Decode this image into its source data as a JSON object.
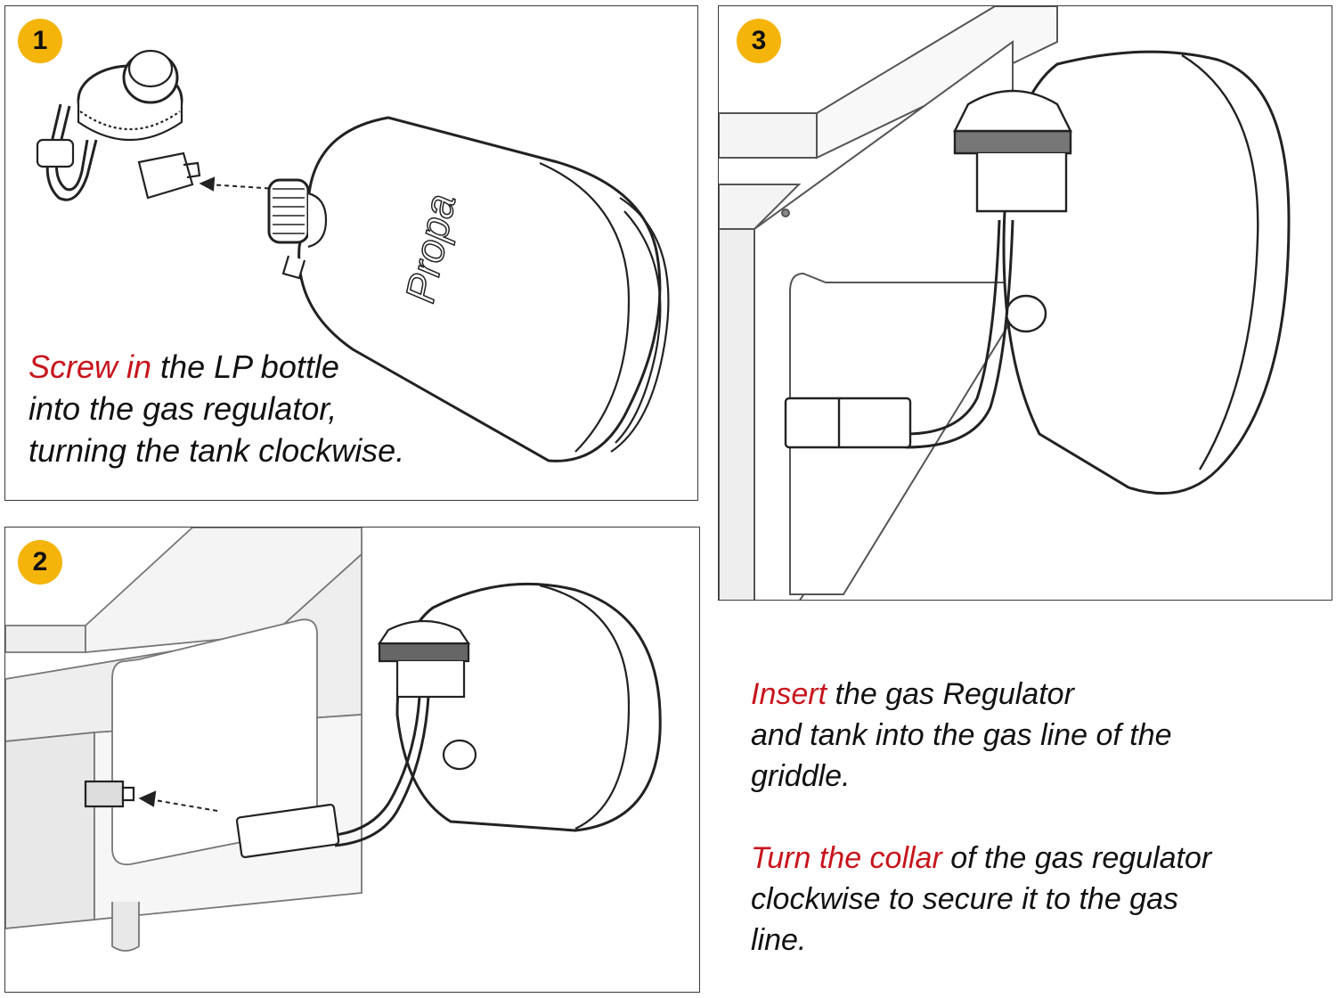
{
  "steps": [
    {
      "number": "1"
    },
    {
      "number": "2"
    },
    {
      "number": "3"
    }
  ],
  "tank_label": "Propa",
  "instructions": {
    "step1": {
      "highlight": "Screw in",
      "line1_rest": " the LP bottle",
      "line2": "into the gas regulator,",
      "line3": "turning the tank clockwise."
    },
    "insert": {
      "highlight": "Insert",
      "line1_rest": " the gas Regulator",
      "line2": "and tank into the gas line of the",
      "line3": "griddle."
    },
    "collar": {
      "highlight": "Turn the collar",
      "line1_rest": " of the gas regulator",
      "line2": "clockwise to secure it to the gas",
      "line3": "line."
    }
  },
  "colors": {
    "badge": "#f5b40a",
    "highlight_text": "#c8141c",
    "line_art": "#222222",
    "griddle_fill": "#eeeeee"
  }
}
